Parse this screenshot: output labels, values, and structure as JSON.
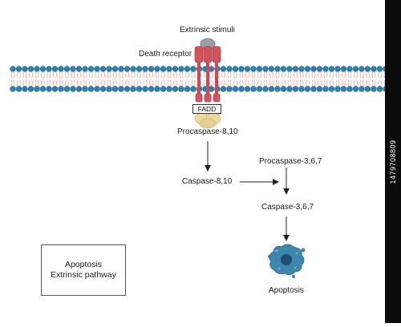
{
  "labels": {
    "extrinsic_stimuli": "Extrinsic stimuli",
    "death_receptor": "Death receptor",
    "fadd": "FADD",
    "procaspase_8_10": "Procaspase-8,10",
    "caspase_8_10": "Caspase-8,10",
    "procaspase_3_6_7": "Procaspase-3,6,7",
    "caspase_3_6_7": "Caspase-3,6,7",
    "apoptosis": "Apoptosis"
  },
  "legend_box": {
    "line1": "Apoptosis",
    "line2": "Extrinsic pathway"
  },
  "stock_id": "1479708809",
  "colors": {
    "lipid_head": "#2f7fae",
    "lipid_tail": "#e8a69a",
    "receptor": "#d2555d",
    "receptor_dark": "#b3434b",
    "ligand": "#9aa0a8",
    "fadd_domain": "#ecd9a0",
    "cell": "#3d86ad",
    "nucleus": "#1f4f73",
    "arrow": "#222222"
  }
}
